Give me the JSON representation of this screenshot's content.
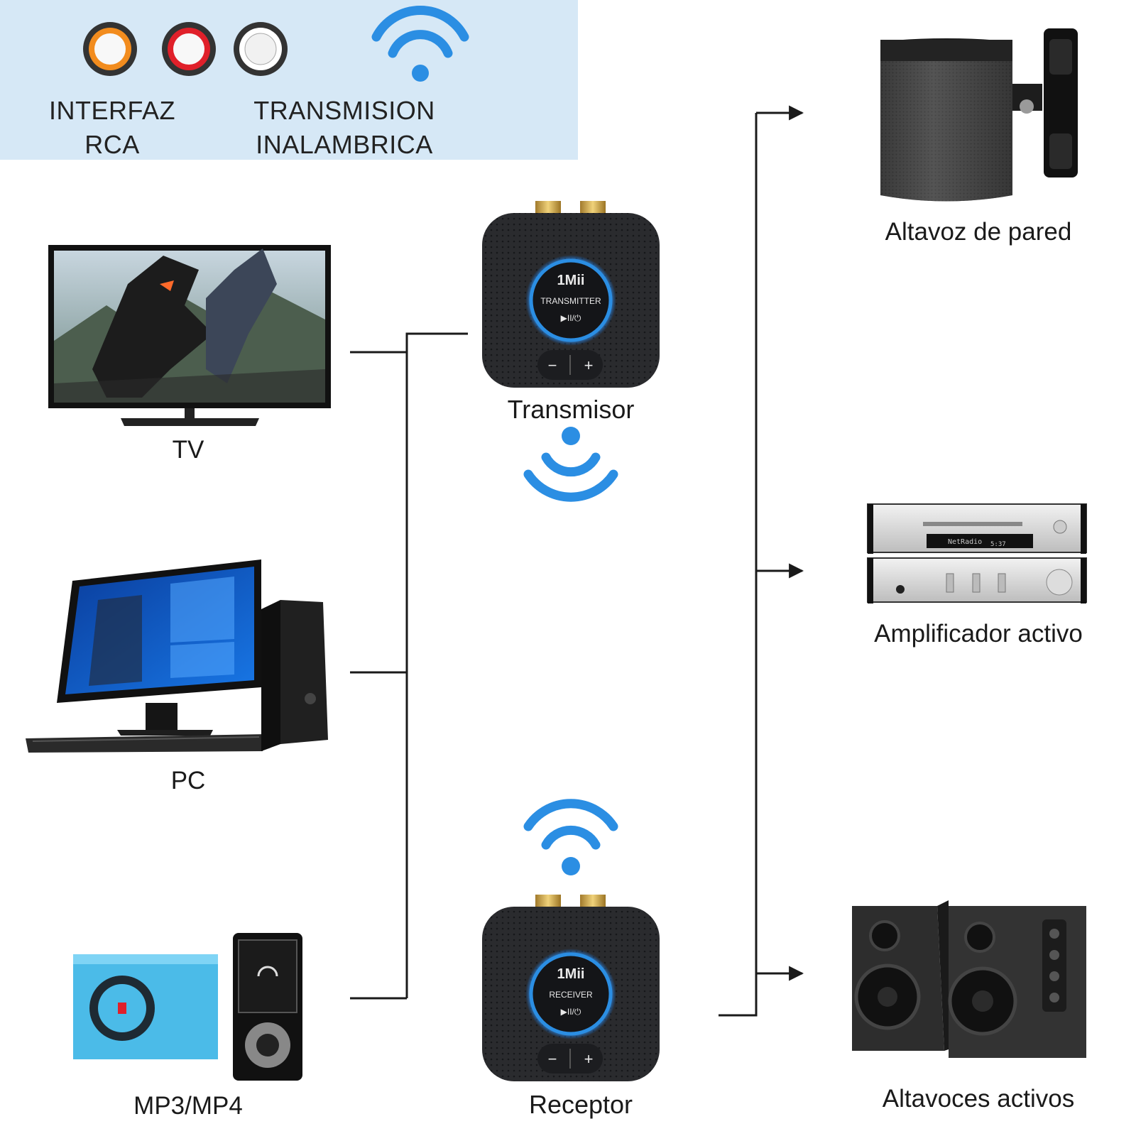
{
  "legend": {
    "rca_label_line1": "INTERFAZ",
    "rca_label_line2": "RCA",
    "wireless_label_line1": "TRANSMISION",
    "wireless_label_line2": "INALAMBRICA",
    "rca_colors": [
      "#f28c1e",
      "#e0202a",
      "#ffffff"
    ],
    "wifi_color": "#2b8ee3",
    "background": "#d6e8f6"
  },
  "sources": [
    {
      "id": "tv",
      "label": "TV",
      "icon": "tv-icon"
    },
    {
      "id": "pc",
      "label": "PC",
      "icon": "desktop-pc-icon"
    },
    {
      "id": "mp3",
      "label": "MP3/MP4",
      "icon": "music-player-icon"
    }
  ],
  "transmitter": {
    "label": "Transmisor",
    "brand": "1Mii",
    "mode_text": "TRANSMITTER",
    "play_text": "▶II/⏻",
    "minus": "−",
    "plus": "+"
  },
  "receiver": {
    "label": "Receptor",
    "brand": "1Mii",
    "mode_text": "RECEIVER",
    "play_text": "▶II/⏻",
    "minus": "−",
    "plus": "+"
  },
  "outputs": [
    {
      "id": "wall",
      "label": "Altavoz de pared",
      "icon": "wall-speaker-icon"
    },
    {
      "id": "amp",
      "label": "Amplificador activo",
      "icon": "amplifier-icon"
    },
    {
      "id": "active",
      "label": "Altavoces activos",
      "icon": "active-speakers-icon"
    }
  ],
  "amp_display": {
    "line1": "NetRadio",
    "line2": "5:37"
  },
  "colors": {
    "line": "#1a1a1a",
    "device_body": "#2a2b2e",
    "glow": "#2b8ee3",
    "wifi": "#2b8ee3"
  }
}
